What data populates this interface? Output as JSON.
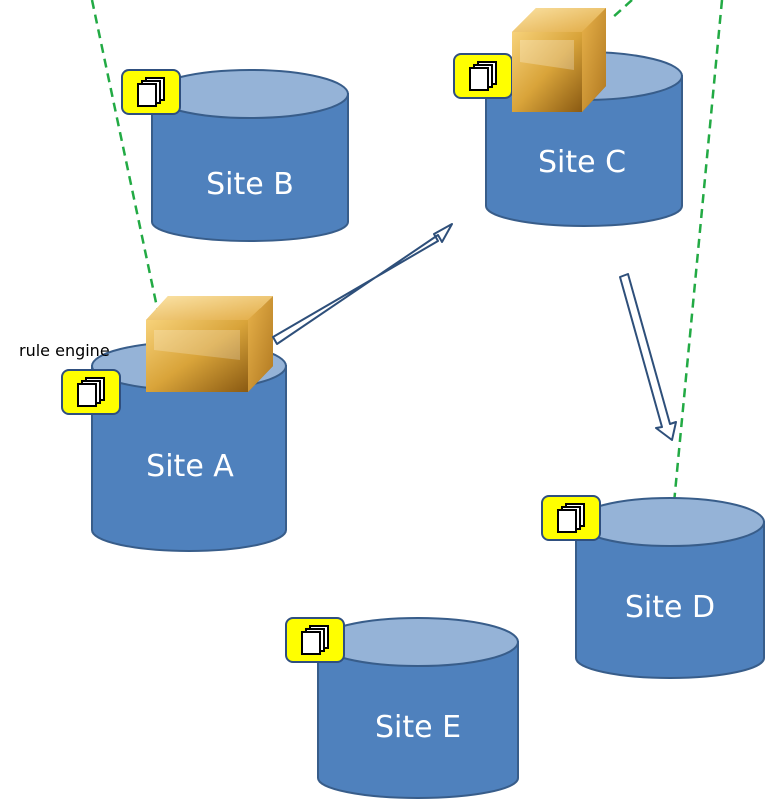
{
  "diagram": {
    "sites": {
      "a": {
        "label": "Site A"
      },
      "b": {
        "label": "Site B"
      },
      "c": {
        "label": "Site C"
      },
      "d": {
        "label": "Site D"
      },
      "e": {
        "label": "Site E"
      }
    },
    "engine_label": "rule engine"
  },
  "colors": {
    "cylinder_body": "#4f81bd",
    "cylinder_top": "#95b3d7",
    "cylinder_stroke": "#385d8a",
    "doc_badge": "#ffff00",
    "link_dashed": "#22aa44",
    "arrow_outline": "#2e4f7a",
    "cube_gold": "#d9a43a"
  },
  "icons": [
    "document-stack-icon",
    "rule-engine-cube-icon",
    "database-cylinder-icon"
  ]
}
